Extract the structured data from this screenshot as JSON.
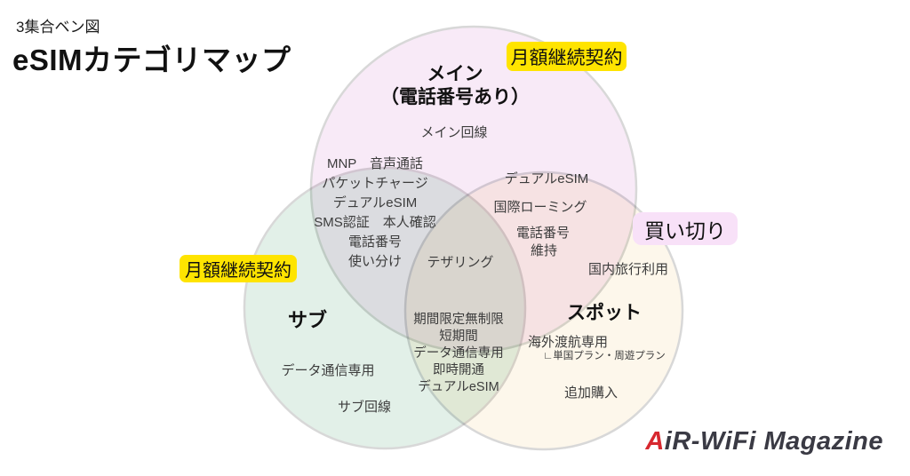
{
  "header": {
    "subtitle": "3集合ベン図",
    "title": "eSIMカテゴリマップ"
  },
  "venn": {
    "stroke_color": "#d8d8d8",
    "sets": {
      "main": {
        "color": "#f8eaf7",
        "title_line1": "メイン",
        "title_line2": "（電話番号あり）",
        "item": "メイン回線"
      },
      "sub": {
        "color": "#e2f0e8",
        "title": "サブ",
        "items": [
          "データ通信専用",
          "サブ回線"
        ]
      },
      "spot": {
        "color": "#fdf7eb",
        "title": "スポット",
        "items": [
          "国内旅行利用",
          "海外渡航専用",
          "∟単国プラン・周遊プラン",
          "追加購入"
        ]
      }
    },
    "overlaps": {
      "main_sub": {
        "items": [
          "MNP　音声通話",
          "パケットチャージ",
          "デュアルeSIM",
          "SMS認証　本人確認",
          "電話番号",
          "使い分け"
        ]
      },
      "main_spot": {
        "items": [
          "デュアルeSIM",
          "国際ローミング",
          "電話番号",
          "維持"
        ]
      },
      "sub_spot": {
        "items": [
          "期間限定無制限",
          "短期間",
          "データ通信専用",
          "即時開通",
          "デュアルeSIM"
        ]
      },
      "center": {
        "items": [
          "テザリング"
        ]
      }
    },
    "badges": {
      "monthly_top": {
        "label": "月額継続契約",
        "bg": "#ffe400"
      },
      "monthly_left": {
        "label": "月額継続契約",
        "bg": "#ffe400"
      },
      "buy_once": {
        "label": "買い切り",
        "bg": "#f8e1f8"
      }
    }
  },
  "logo": {
    "part1": "A",
    "part2": "iR-WiFi Magazine",
    "accent_color": "#d7282f",
    "text_color": "#3a3a44"
  }
}
